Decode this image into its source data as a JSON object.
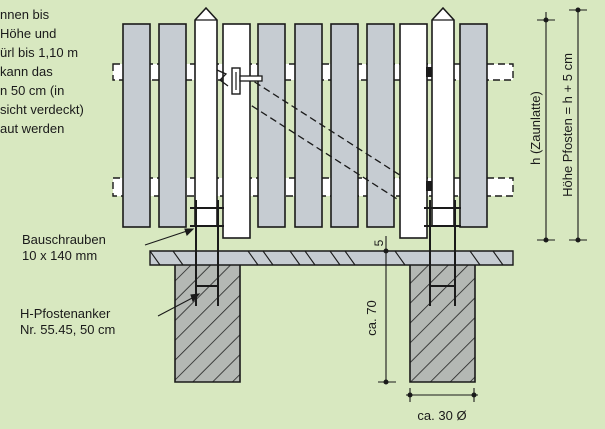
{
  "text_block": {
    "lines": [
      "nnen bis",
      " Höhe und",
      "ürl bis 1,10 m",
      "kann das",
      "n 50 cm (in",
      "sicht verdeckt)",
      "aut werden"
    ]
  },
  "labels": {
    "bauschrauben_1": "Bauschrauben",
    "bauschrauben_2": "10 x 140 mm",
    "anker_1": "H-Pfostenanker",
    "anker_2": "Nr. 55.45, 50 cm",
    "dim_5": "5",
    "dim_70": "ca. 70",
    "dim_30": "ca. 30 Ø",
    "h_zaunlatte": "h (Zaunlatte)",
    "hoehe_pfosten": "Höhe Pfosten = h + 5 cm"
  },
  "colors": {
    "background": "#d8e8c0",
    "picket": "#c6ccd2",
    "post": "#ffffff",
    "outline": "#1a1a1a"
  }
}
